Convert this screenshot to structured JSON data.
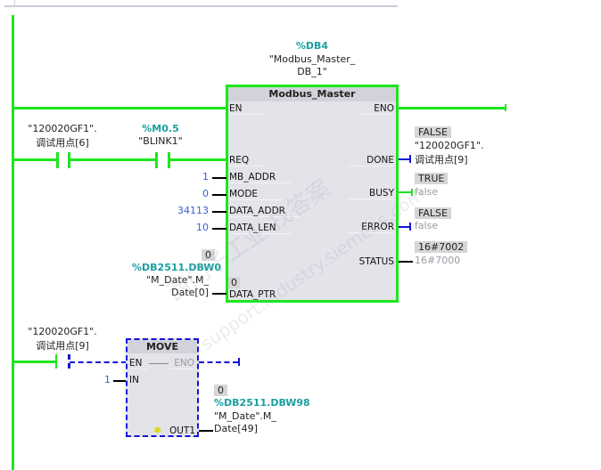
{
  "network1": {
    "instance": {
      "address": "%DB4",
      "name_line1": "\"Modbus_Master_",
      "name_line2": "DB_1\""
    },
    "block": {
      "title": "Modbus_Master",
      "inputs": {
        "en": "EN",
        "req": "REQ",
        "mb_addr": "MB_ADDR",
        "mode": "MODE",
        "data_addr": "DATA_ADDR",
        "data_len": "DATA_LEN",
        "data_ptr": "DATA_PTR"
      },
      "outputs": {
        "eno": "ENO",
        "done": "DONE",
        "busy": "BUSY",
        "error": "ERROR",
        "status": "STATUS"
      }
    },
    "contact1": {
      "line1": "\"120020GF1\".",
      "line2": "调试用点[6]"
    },
    "contact2": {
      "address": "%M0.5",
      "name": "\"BLINK1\""
    },
    "input_values": {
      "mb_addr": "1",
      "mode": "0",
      "data_addr": "34113",
      "data_len": "10"
    },
    "data_ptr_operand": {
      "monitor": "0",
      "address": "%DB2511.DBW0",
      "line1": "\"M_Date\".M_",
      "line2": "Date[0]",
      "pin_monitor": "0"
    },
    "done_output": {
      "monitor": "FALSE",
      "line1": "\"120020GF1\".",
      "line2": "调试用点[9]"
    },
    "busy_output": {
      "monitor": "TRUE",
      "value": "false"
    },
    "error_output": {
      "monitor": "FALSE",
      "value": "false"
    },
    "status_output": {
      "monitor": "16#7002",
      "value": "16#7000"
    }
  },
  "network2": {
    "contact": {
      "line1": "\"120020GF1\".",
      "line2": "调试用点[9]"
    },
    "block": {
      "title": "MOVE",
      "en": "EN",
      "eno": "ENO",
      "in": "IN",
      "out1": "OUT1"
    },
    "in_value": "1",
    "out_operand": {
      "monitor": "0",
      "address": "%DB2511.DBW98",
      "line1": "\"M_Date\".M_",
      "line2": "Date[49]"
    }
  },
  "watermark": {
    "text1": "西门子工业 找答案",
    "text2": "support.industry.siemens.com"
  },
  "colors": {
    "power_flow": "#1ee61e",
    "not_executed": "#1414d8",
    "operand_address": "#1aa0a0",
    "block_body": "#e3e3ea"
  }
}
